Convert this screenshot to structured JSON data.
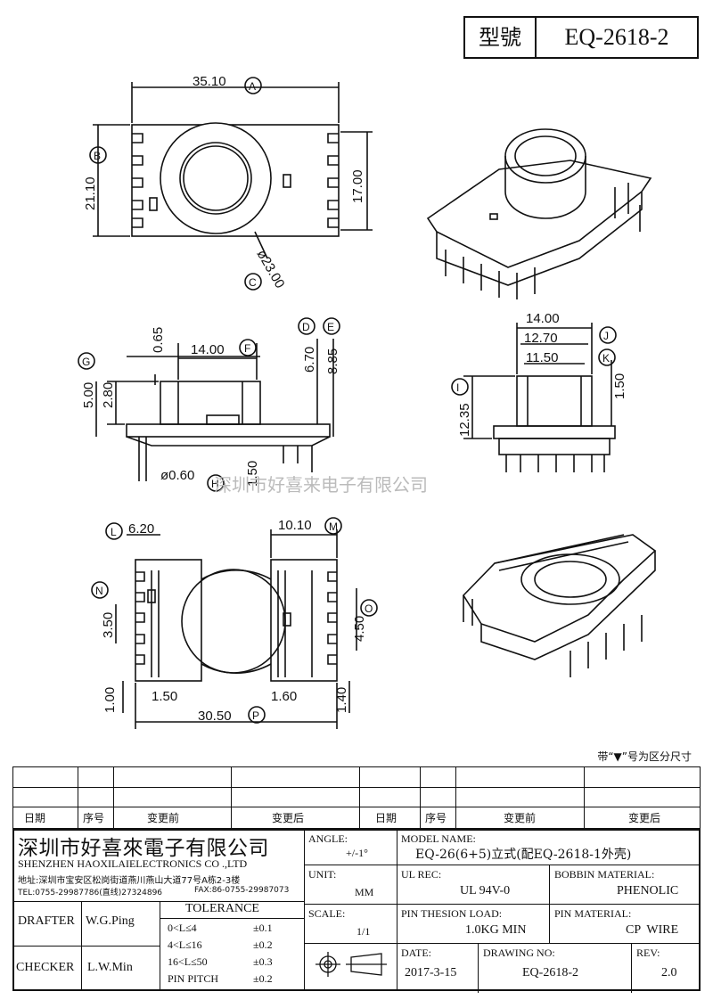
{
  "header": {
    "model_label": "型號",
    "model_value": "EQ-2618-2"
  },
  "drawing": {
    "top_view": {
      "dim_a": "35.10",
      "tag_a": "A",
      "dim_b": "21.10",
      "tag_b": "B",
      "dim_17": "17.00",
      "dim_c": "ø23.00",
      "tag_c": "C"
    },
    "side_view": {
      "dim_065": "0.65",
      "dim_f": "14.00",
      "tag_f": "F",
      "dim_d": "6.70",
      "tag_d": "D",
      "dim_e": "8.85",
      "tag_e": "E",
      "dim_g": "5.00",
      "tag_g": "G",
      "dim_280": "2.80",
      "dim_pin": "ø0.60",
      "tag_h": "H",
      "dim_150": "1.50"
    },
    "end_view": {
      "dim_14": "14.00",
      "dim_j": "12.70",
      "tag_j": "J",
      "dim_k": "11.50",
      "tag_k": "K",
      "dim_150": "1.50",
      "dim_i": "12.35",
      "tag_i": "I"
    },
    "bottom_view": {
      "dim_l": "6.20",
      "tag_l": "L",
      "dim_m": "10.10",
      "tag_m": "M",
      "dim_n": "3.50",
      "tag_n": "N",
      "dim_o": "4.50",
      "tag_o": "O",
      "dim_100": "1.00",
      "dim_150": "1.50",
      "dim_160": "1.60",
      "dim_140": "1.40",
      "dim_p": "30.50",
      "tag_p": "P"
    },
    "watermark_text": "深圳市好喜来电子有限公司",
    "note": "带“▼”号为区分尺寸"
  },
  "revision_table": {
    "headers": [
      "日期",
      "序号",
      "变更前",
      "变更后",
      "日期",
      "序号",
      "变更前",
      "变更后"
    ]
  },
  "title_block": {
    "company_cn": "深圳市好喜來電子有限公司",
    "company_en": "SHENZHEN HAOXILAIELECTRONICS CO .,LTD",
    "address": "地址:深圳市宝安区松岗街道燕川燕山大道77号A栋2-3楼",
    "tel": "TEL:0755-29987786(直线)27324896",
    "fax": "FAX:86-0755-29987073",
    "drafter_label": "DRAFTER",
    "drafter_value": "W.G.Ping",
    "checker_label": "CHECKER",
    "checker_value": "L.W.Min",
    "tolerance_label": "TOLERANCE",
    "tol_rows": [
      {
        "range": "0<L≤4",
        "val": "±0.1"
      },
      {
        "range": "4<L≤16",
        "val": "±0.2"
      },
      {
        "range": "16<L≤50",
        "val": "±0.3"
      },
      {
        "range": "PIN PITCH",
        "val": "±0.2"
      }
    ],
    "angle_label": "ANGLE:",
    "angle_value": "+/-1°",
    "unit_label": "UNIT:",
    "unit_value": "MM",
    "scale_label": "SCALE:",
    "scale_value": "1/1",
    "model_name_label": "MODEL NAME:",
    "model_name_value": "EQ-26(6+5)立式(配EQ-2618-1外壳)",
    "ul_label": "UL REC:",
    "ul_value": "UL 94V-0",
    "bobbin_label": "BOBBIN MATERIAL:",
    "bobbin_value": "PHENOLIC",
    "pin_load_label": "PIN THESION LOAD:",
    "pin_load_value": "1.0KG MIN",
    "pin_mat_label": "PIN MATERIAL:",
    "pin_mat_value": "CP  WIRE",
    "date_label": "DATE:",
    "date_value": "2017-3-15",
    "drawing_no_label": "DRAWING NO:",
    "drawing_no_value": "EQ-2618-2",
    "rev_label": "REV:",
    "rev_value": "2.0"
  }
}
